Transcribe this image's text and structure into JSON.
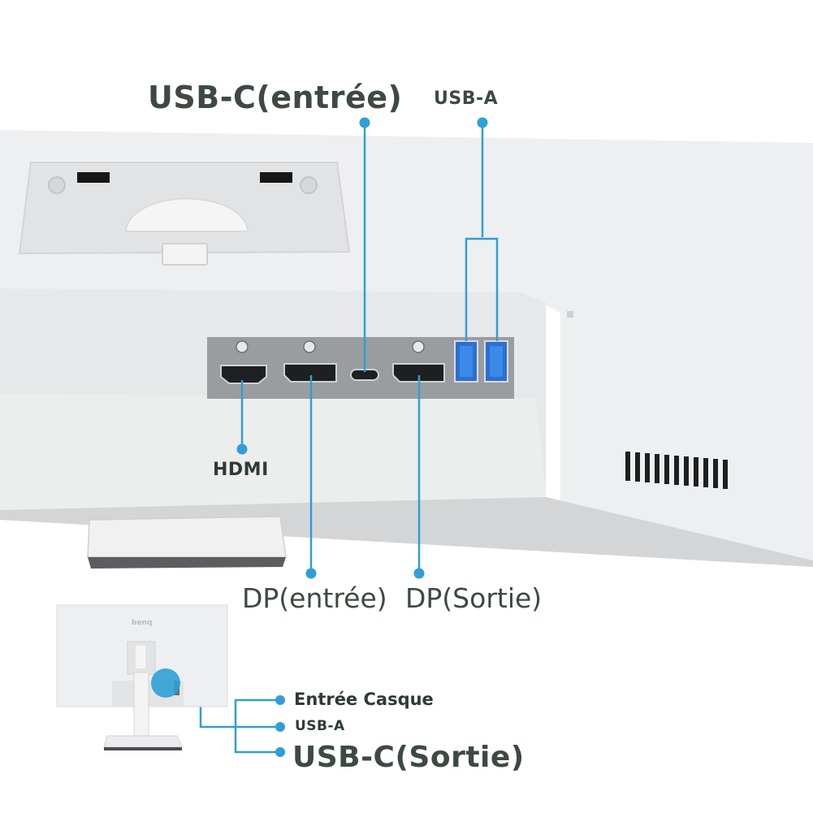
{
  "labels": {
    "usbc_in": "USB-C(entrée)",
    "usba_top": "USB-A",
    "hdmi": "HDMI",
    "dp_in": "DP(entrée)",
    "dp_out": "DP(Sortie)",
    "headphone": "Entrée Casque",
    "usba_side": "USB-A",
    "usbc_out": "USB-C(Sortie)"
  },
  "brand_logo": "benq",
  "colors": {
    "callout": "#2f9fd6",
    "label_text": "#3d4a42",
    "monitor_body": "#eeeff0",
    "io_panel": "#9a9da0",
    "port_black": "#1e1f21"
  }
}
